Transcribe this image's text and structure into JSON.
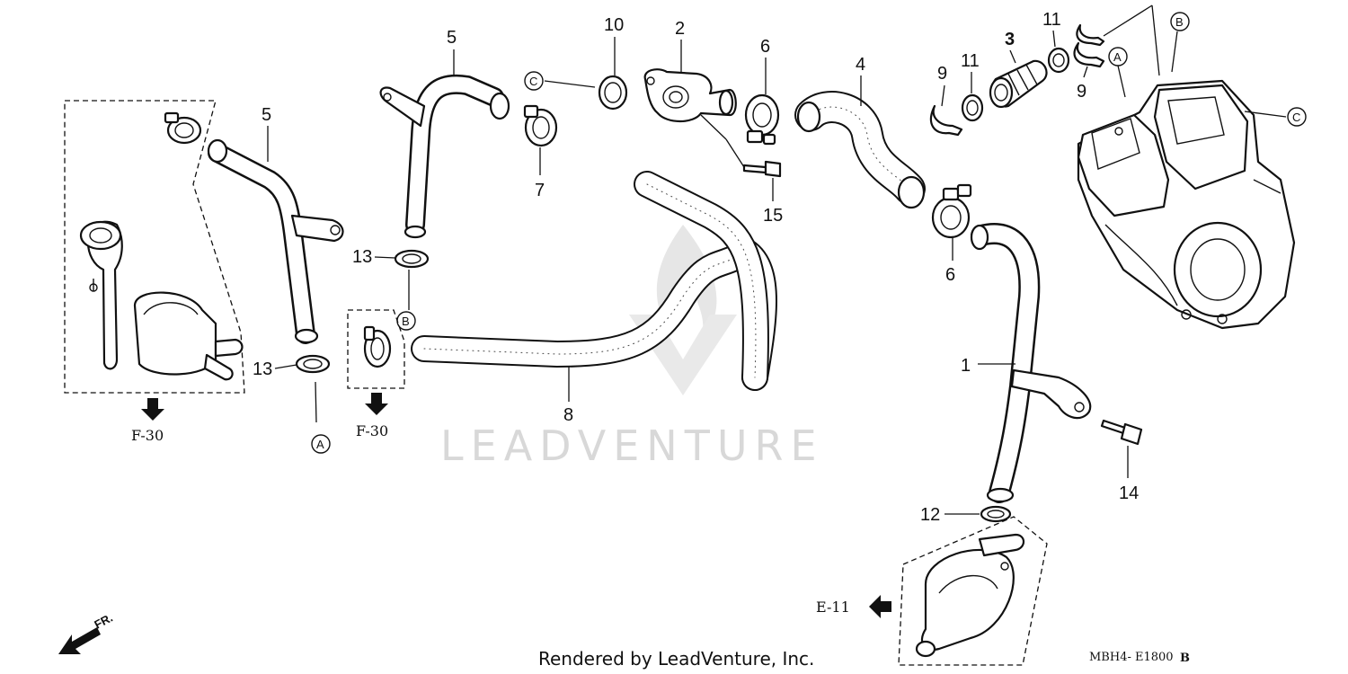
{
  "part_numbers": {
    "p1": "1",
    "p2": "2",
    "p3": "3",
    "p4": "4",
    "p5a": "5",
    "p5b": "5",
    "p6a": "6",
    "p6b": "6",
    "p7": "7",
    "p8": "8",
    "p9a": "9",
    "p9b": "9",
    "p10": "10",
    "p11a": "11",
    "p11b": "11",
    "p12": "12",
    "p13a": "13",
    "p13b": "13",
    "p14": "14",
    "p15": "15"
  },
  "circle_refs": {
    "a_left": "A",
    "b_mid": "B",
    "c_top": "C",
    "a_engine": "A",
    "b_engine": "B",
    "c_engine": "C"
  },
  "section_refs": {
    "f30_left": "F-30",
    "f30_mid": "F-30",
    "e11": "E-11"
  },
  "direction_label": "FR.",
  "watermark": "LEADVENTURE",
  "footer": {
    "rendered_by": "Rendered by LeadVenture, Inc.",
    "diagram_code": "MBH4- E1800",
    "revision": "B"
  }
}
